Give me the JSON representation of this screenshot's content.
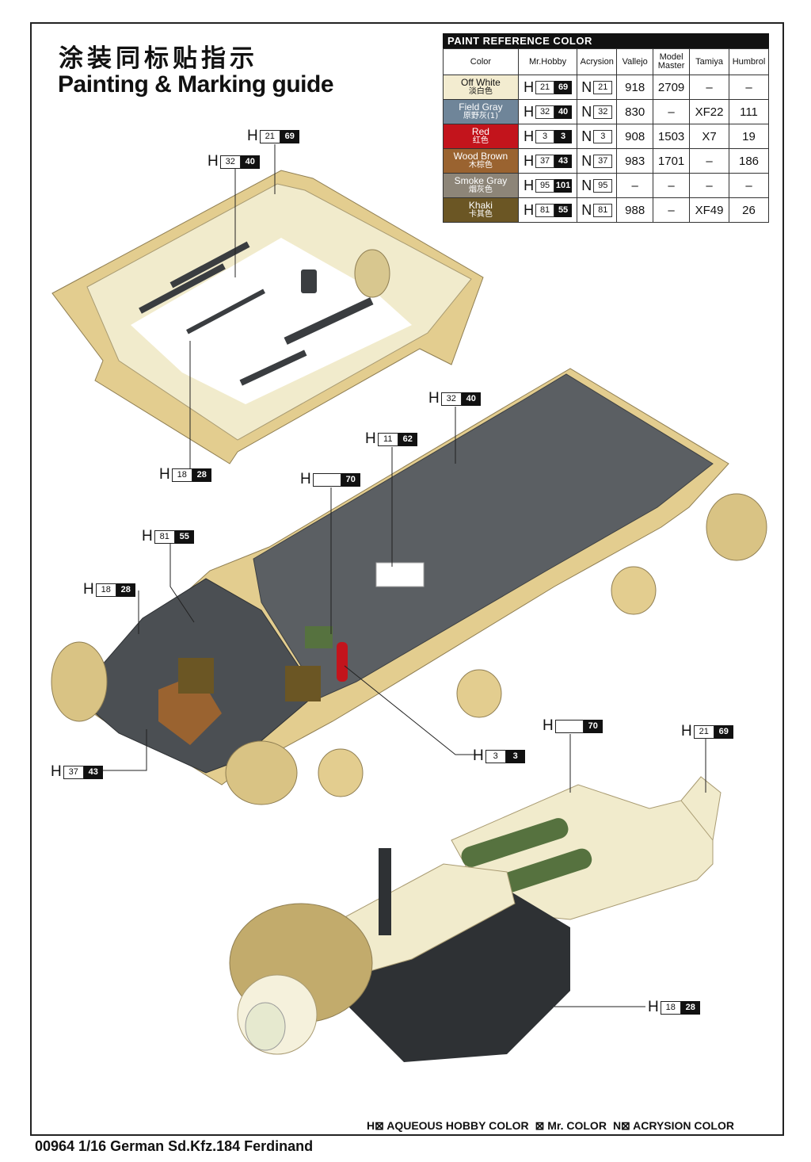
{
  "title_cn": "涂装同标贴指示",
  "title_en": "Painting & Marking guide",
  "paint_table": {
    "heading": "PAINT  REFERENCE COLOR",
    "columns": [
      "Color",
      "Mr.Hobby",
      "Acrysion",
      "Vallejo",
      "Model Master",
      "Tamiya",
      "Humbrol"
    ],
    "rows": [
      {
        "name": "Off White",
        "name_cn": "淡白色",
        "swatch": "#f3ecd0",
        "text_color": "#111111",
        "h1": "21",
        "h2": "69",
        "n": "21",
        "vallejo": "918",
        "mm": "2709",
        "tamiya": "–",
        "humbrol": "–"
      },
      {
        "name": "Field Gray",
        "name_cn": "原野灰(1)",
        "swatch": "#6f8599",
        "text_color": "#ffffff",
        "h1": "32",
        "h2": "40",
        "n": "32",
        "vallejo": "830",
        "mm": "–",
        "tamiya": "XF22",
        "humbrol": "111"
      },
      {
        "name": "Red",
        "name_cn": "红色",
        "swatch": "#c3141c",
        "text_color": "#ffffff",
        "h1": "3",
        "h2": "3",
        "n": "3",
        "vallejo": "908",
        "mm": "1503",
        "tamiya": "X7",
        "humbrol": "19"
      },
      {
        "name": "Wood Brown",
        "name_cn": "木棕色",
        "swatch": "#9a6330",
        "text_color": "#ffffff",
        "h1": "37",
        "h2": "43",
        "n": "37",
        "vallejo": "983",
        "mm": "1701",
        "tamiya": "–",
        "humbrol": "186"
      },
      {
        "name": "Smoke Gray",
        "name_cn": "烟灰色",
        "swatch": "#8d8578",
        "text_color": "#ffffff",
        "h1": "95",
        "h2": "101",
        "n": "95",
        "vallejo": "–",
        "mm": "–",
        "tamiya": "–",
        "humbrol": "–"
      },
      {
        "name": "Khaki",
        "name_cn": "卡其色",
        "swatch": "#6b5624",
        "text_color": "#ffffff",
        "h1": "81",
        "h2": "55",
        "n": "81",
        "vallejo": "988",
        "mm": "–",
        "tamiya": "XF49",
        "humbrol": "26"
      }
    ]
  },
  "callouts": [
    {
      "id": "c1",
      "prefix": "H",
      "a": "21",
      "b": "69"
    },
    {
      "id": "c2",
      "prefix": "H",
      "a": "32",
      "b": "40"
    },
    {
      "id": "c3",
      "prefix": "H",
      "a": "18",
      "b": "28"
    },
    {
      "id": "c4",
      "prefix": "H",
      "a": "32",
      "b": "40"
    },
    {
      "id": "c5",
      "prefix": "H",
      "a": "11",
      "b": "62"
    },
    {
      "id": "c6",
      "prefix": "H",
      "a": "",
      "b": "70"
    },
    {
      "id": "c7",
      "prefix": "H",
      "a": "81",
      "b": "55"
    },
    {
      "id": "c8",
      "prefix": "H",
      "a": "18",
      "b": "28"
    },
    {
      "id": "c9",
      "prefix": "H",
      "a": "3",
      "b": "3"
    },
    {
      "id": "c10",
      "prefix": "H",
      "a": "37",
      "b": "43"
    },
    {
      "id": "c11",
      "prefix": "H",
      "a": "",
      "b": "70"
    },
    {
      "id": "c12",
      "prefix": "H",
      "a": "21",
      "b": "69"
    },
    {
      "id": "c13",
      "prefix": "H",
      "a": "18",
      "b": "28"
    }
  ],
  "legend": {
    "h": "H⊠ AQUEOUS HOBBY COLOR",
    "mr": "⊠ Mr. COLOR",
    "n": "N⊠ ACRYSION COLOR"
  },
  "footer": "00964 1/16  German Sd.Kfz.184 Ferdinand",
  "colors": {
    "sand": "#e3cd8f",
    "offwhite": "#f1ebcc",
    "interior_gray": "#5b5f63",
    "dark": "#2e3134",
    "green": "#56723f",
    "wood": "#9a6330"
  }
}
